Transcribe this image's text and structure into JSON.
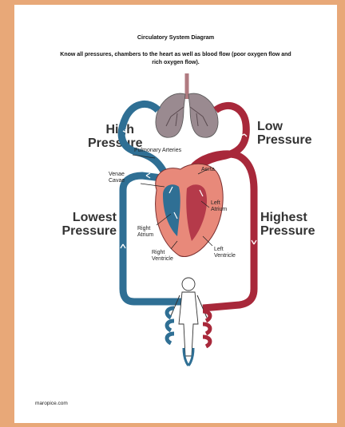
{
  "title": "Circulatory System Diagram",
  "subtitle": "Know all pressures, chambers to the heart as well as blood flow (poor oxygen flow and rich oxygen flow).",
  "big_labels": {
    "high": [
      "High",
      "Pressure"
    ],
    "low": [
      "Low",
      "Pressure"
    ],
    "lowest": [
      "Lowest",
      "Pressure"
    ],
    "highest": [
      "Highest",
      "Pressure"
    ]
  },
  "labels": {
    "pulmonary_arteries": "Pulmonary Arteries",
    "venae_cavae": [
      "Venae",
      "Cavae"
    ],
    "aorta": "Aorta",
    "left_atrium": [
      "Left",
      "Atrium"
    ],
    "right_atrium": [
      "Right",
      "Atrium"
    ],
    "left_ventricle": [
      "Left",
      "Ventricle"
    ],
    "right_ventricle": [
      "Right",
      "Ventricle"
    ]
  },
  "credit": "maropice.com",
  "colors": {
    "oxygen_poor": "#2f6f94",
    "oxygen_rich": "#a8283a",
    "heart": "#e8897a",
    "lungs": "#9a8a90"
  }
}
